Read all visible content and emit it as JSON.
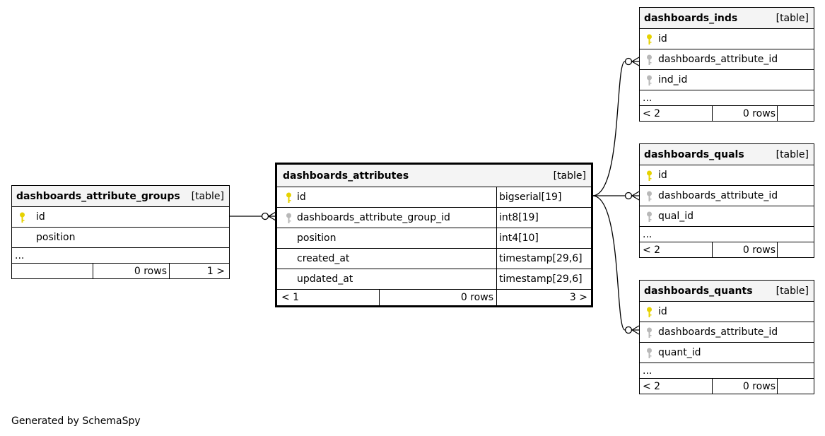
{
  "colors": {
    "primary_key": "#e6d200",
    "foreign_key": "#b8b8b8",
    "header_bg": "#f4f4f4"
  },
  "tables": {
    "groups": {
      "name": "dashboards_attribute_groups",
      "tag": "[table]",
      "columns": [
        {
          "name": "id",
          "icon": "primary-key-icon"
        },
        {
          "name": "position",
          "icon": ""
        }
      ],
      "ellipsis": "...",
      "footer": {
        "left": "",
        "rows": "0 rows",
        "right": "1 >"
      }
    },
    "attributes": {
      "name": "dashboards_attributes",
      "tag": "[table]",
      "columns": [
        {
          "name": "id",
          "type": "bigserial[19]",
          "icon": "primary-key-icon"
        },
        {
          "name": "dashboards_attribute_group_id",
          "type": "int8[19]",
          "icon": "foreign-key-icon"
        },
        {
          "name": "position",
          "type": "int4[10]",
          "icon": ""
        },
        {
          "name": "created_at",
          "type": "timestamp[29,6]",
          "icon": ""
        },
        {
          "name": "updated_at",
          "type": "timestamp[29,6]",
          "icon": ""
        }
      ],
      "footer": {
        "left": "< 1",
        "rows": "0 rows",
        "right": "3 >"
      }
    },
    "inds": {
      "name": "dashboards_inds",
      "tag": "[table]",
      "columns": [
        {
          "name": "id",
          "icon": "primary-key-icon"
        },
        {
          "name": "dashboards_attribute_id",
          "icon": "foreign-key-icon"
        },
        {
          "name": "ind_id",
          "icon": "foreign-key-icon"
        }
      ],
      "ellipsis": "...",
      "footer": {
        "left": "< 2",
        "rows": "0 rows",
        "right": ""
      }
    },
    "quals": {
      "name": "dashboards_quals",
      "tag": "[table]",
      "columns": [
        {
          "name": "id",
          "icon": "primary-key-icon"
        },
        {
          "name": "dashboards_attribute_id",
          "icon": "foreign-key-icon"
        },
        {
          "name": "qual_id",
          "icon": "foreign-key-icon"
        }
      ],
      "ellipsis": "...",
      "footer": {
        "left": "< 2",
        "rows": "0 rows",
        "right": ""
      }
    },
    "quants": {
      "name": "dashboards_quants",
      "tag": "[table]",
      "columns": [
        {
          "name": "id",
          "icon": "primary-key-icon"
        },
        {
          "name": "dashboards_attribute_id",
          "icon": "foreign-key-icon"
        },
        {
          "name": "quant_id",
          "icon": "foreign-key-icon"
        }
      ],
      "ellipsis": "...",
      "footer": {
        "left": "< 2",
        "rows": "0 rows",
        "right": ""
      }
    }
  },
  "footer_text": "Generated by SchemaSpy"
}
